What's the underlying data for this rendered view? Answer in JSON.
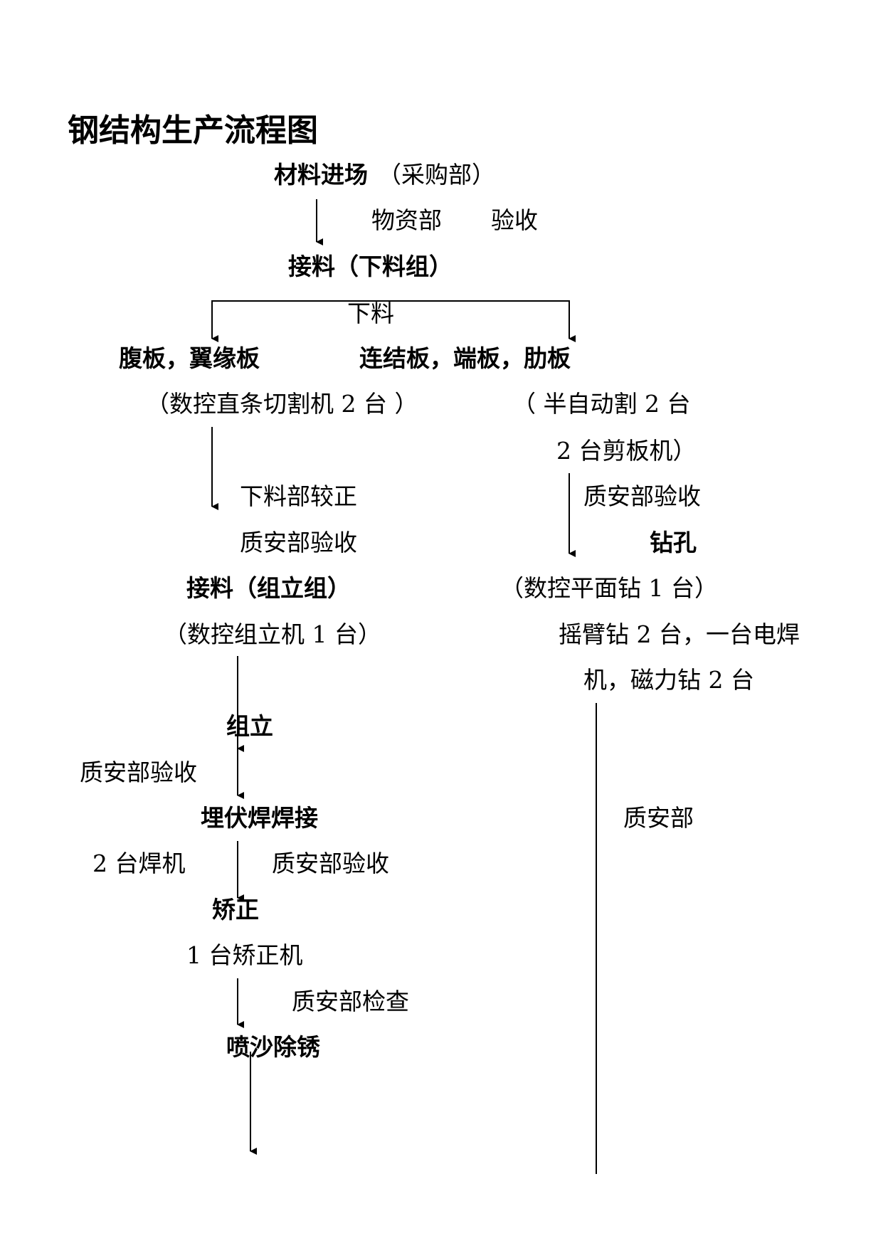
{
  "title": "钢结构生产流程图",
  "nodes": {
    "material_in": "材料进场",
    "material_in_dept": "（采购部）",
    "step1_note_a": "物资部",
    "step1_note_b": "验收",
    "receive_cut": "接料（下料组）",
    "cut": "下料",
    "web_flange": "腹板，翼缘板",
    "web_flange_equip": "（数控直条切割机 2 台  ）",
    "connect_plates": "连结板，端板，肋板",
    "connect_equip_1": "（  半自动割 2 台",
    "connect_equip_2": "2 台剪板机）",
    "left_note_1": "下料部较正",
    "left_note_2": "质安部验收",
    "right_note_1": "质安部验收",
    "drilling": "钻孔",
    "drill_equip_1": "（数控平面钻 1 台）",
    "drill_equip_2": "摇臂钻 2 台，一台电焊",
    "drill_equip_3": "机，磁力钻 2 台",
    "receive_assembly": "接料（组立组）",
    "assembly_equip": "（数控组立机 1 台）",
    "assembly": "组立",
    "assembly_check": "质安部验收",
    "saw": "埋伏焊焊接",
    "saw_equip": "2 台焊机",
    "saw_check": "质安部验收",
    "straighten": "矫正",
    "straighten_equip": "1 台矫正机",
    "straighten_check": "质安部检查",
    "sandblast": "喷沙除锈",
    "right_dept": "质安部"
  }
}
